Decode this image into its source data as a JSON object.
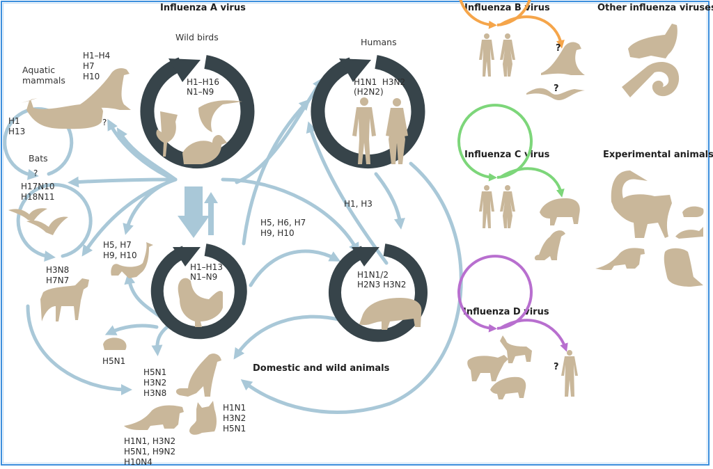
{
  "titles": {
    "influenza_a": "Influenza A virus",
    "influenza_b": "Influenza B virus",
    "influenza_c": "Influenza C virus",
    "influenza_d": "Influenza D virus",
    "other": "Other influenza viruses",
    "experimental": "Experimental animals",
    "domestic": "Domestic and wild animals"
  },
  "colors": {
    "reservoir_ring": "#37444a",
    "transmission_arrow": "#a9c8d8",
    "silhouette": "#c9b79a",
    "influenza_b": "#f5a54a",
    "influenza_c": "#7dd67a",
    "influenza_d": "#b86fcf",
    "frame": "#3a8ddc"
  },
  "influenza_a": {
    "wild_birds": {
      "label": "Wild birds",
      "subtypes": [
        "H1–H16",
        "N1–N9"
      ]
    },
    "humans": {
      "label": "Humans",
      "subtypes": [
        "H1N1  H3N2",
        "(H2N2)"
      ]
    },
    "poultry": {
      "subtypes": [
        "H1–H13",
        "N1–N9"
      ]
    },
    "pigs": {
      "subtypes": [
        "H1N1/2",
        "H2N3 H3N2"
      ]
    },
    "aquatic_mammals": {
      "label_lines": [
        "Aquatic",
        "mammals"
      ],
      "seal_subtypes": [
        "H1–H4",
        "H7",
        "H10"
      ],
      "whale_subtypes": [
        "H1",
        "H13"
      ],
      "unknown": "?"
    },
    "bats": {
      "label": "Bats",
      "unknown": "?",
      "subtypes": [
        "H17N10",
        "H18N11"
      ]
    },
    "horses": {
      "subtypes": [
        "H3N8",
        "H7N7"
      ]
    },
    "ostrich": {
      "subtypes": [
        "H5, H7",
        "H9, H10"
      ]
    },
    "guinea_pig": {
      "subtypes": [
        "H5N1"
      ]
    },
    "dog": {
      "subtypes": [
        "H5N1",
        "H3N2",
        "H3N8"
      ]
    },
    "cat": {
      "subtypes": [
        "H1N1",
        "H3N2",
        "H5N1"
      ]
    },
    "ferret": {
      "subtypes": [
        "H1N1, H3N2",
        "H5N1, H9N2",
        "H10N4"
      ]
    },
    "birds_to_pigs": [
      "H5, H6, H7",
      "H9, H10"
    ],
    "humans_to_pigs": "H1, H3"
  },
  "influenza_b": {
    "unknown_seal": "?",
    "unknown_eel": "?"
  },
  "influenza_d": {
    "unknown_human": "?"
  }
}
